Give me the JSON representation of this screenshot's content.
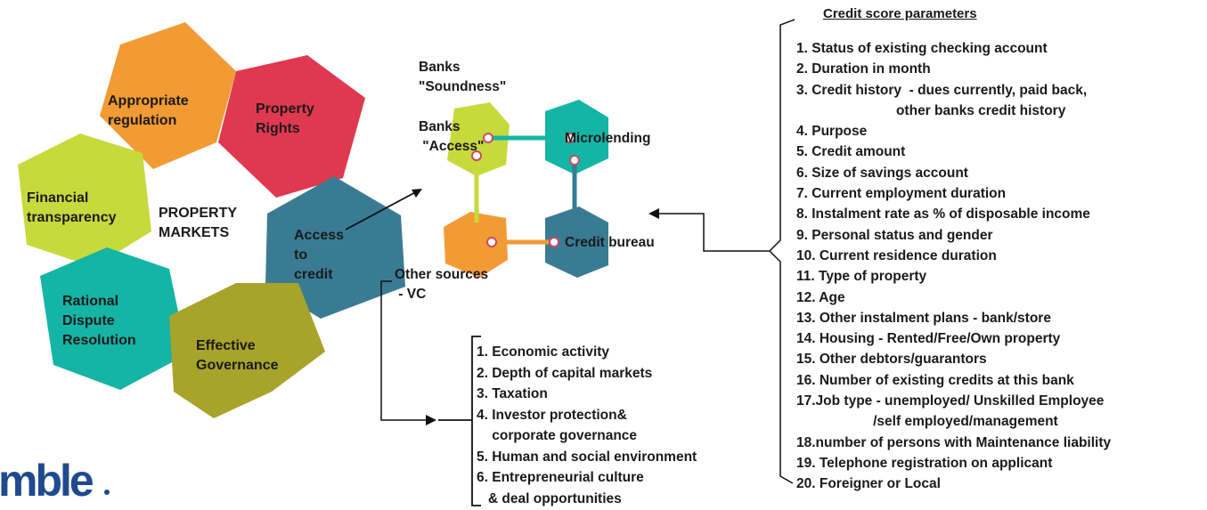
{
  "colors": {
    "orange": "#f29a34",
    "red": "#e0394f",
    "lime": "#c6da3c",
    "teal": "#14b5a5",
    "slate": "#3a7b94",
    "olive": "#a8a32b",
    "logo": "#1f4a8e"
  },
  "hexagons": {
    "appropriate_regulation": "Appropriate\nregulation",
    "property_rights": "Property\nRights",
    "financial_transparency": "Financial\ntransparency",
    "center": "PROPERTY\nMARKETS",
    "access_to_credit": "Access\nto\ncredit",
    "rational_dispute": "Rational\nDispute\nResolution",
    "effective_governance": "Effective\nGovernance"
  },
  "network": {
    "banks_soundness": "Banks\n\"Soundness\"",
    "banks_access": "Banks\n \"Access\"",
    "microlending": "Microlending",
    "credit_bureau": "Credit bureau",
    "other_sources": "Other sources\n - VC"
  },
  "credit_score": {
    "title": "Credit score parameters",
    "items": [
      "1. Status of existing checking account",
      "2. Duration in month",
      "3. Credit history  - dues currently, paid back,",
      "                          other banks credit history",
      "4. Purpose",
      "5. Credit amount",
      "6. Size of savings account",
      "7. Current employment duration",
      "8. Instalment rate as % of disposable income",
      "9. Personal status and gender",
      "10. Current residence duration",
      "11. Type of property",
      "12. Age",
      "13. Other instalment plans - bank/store",
      "14. Housing - Rented/Free/Own property",
      "15. Other debtors/guarantors",
      "16. Number of existing credits at this bank",
      "17.Job type - unemployed/ Unskilled Employee",
      "                    /self employed/management",
      "18.number of persons with Maintenance liability",
      "19. Telephone registration on applicant",
      "20. Foreigner or Local"
    ]
  },
  "vc_factors": {
    "items": [
      "1. Economic activity",
      "2. Depth of capital markets",
      "3. Taxation",
      "4. Investor protection&",
      "    corporate governance",
      "5. Human and social environment",
      "6. Entrepreneurial culture",
      "   & deal opportunities"
    ]
  },
  "logo": {
    "text": "mble"
  }
}
